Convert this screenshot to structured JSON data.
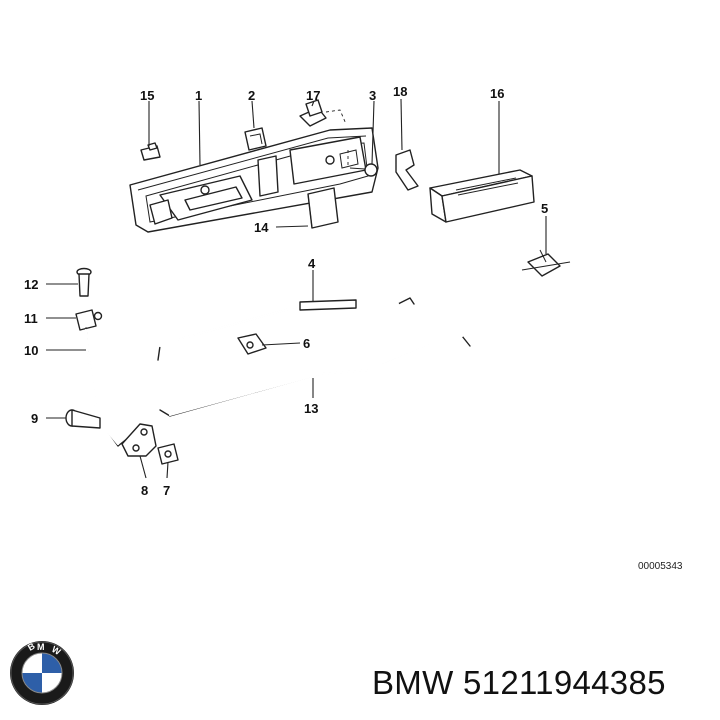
{
  "diagram": {
    "callouts": [
      "1",
      "2",
      "3",
      "4",
      "5",
      "6",
      "7",
      "8",
      "9",
      "10",
      "11",
      "12",
      "13",
      "14",
      "15",
      "16",
      "17",
      "18"
    ],
    "reference_code": "00005343"
  },
  "footer": {
    "brand_text": "BMW 51211944385",
    "logo": {
      "icon": "bmw-roundel-logo",
      "letters": "BMW",
      "colors": {
        "ring": "#1a1a1a",
        "blue": "#2e5fa8",
        "white": "#ffffff"
      }
    }
  }
}
